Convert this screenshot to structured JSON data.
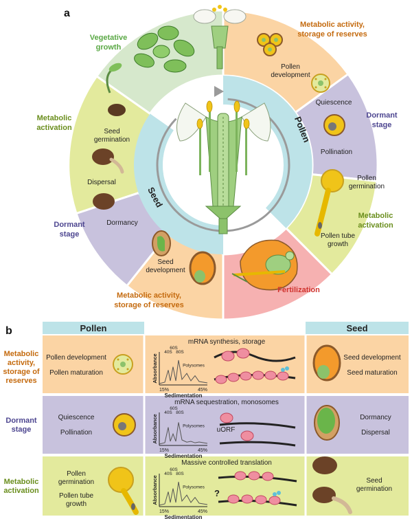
{
  "panel_a": {
    "label": "a",
    "segments": {
      "vegetative": "Vegetative growth",
      "metabolic_storage_top": "Metabolic activity, storage of reserves",
      "pollen_development": "Pollen development",
      "quiescence": "Quiescence",
      "dormant_right": "Dormant stage",
      "pollination": "Pollination",
      "pollen_germination": "Pollen germination",
      "metabolic_activation_right": "Metabolic activation",
      "pollen_tube_growth": "Pollen tube growth",
      "fertilization": "Fertilization",
      "seed_development": "Seed development",
      "metabolic_storage_bottom": "Metabolic activity, storage of reserves",
      "dormancy": "Dormancy",
      "dormant_left": "Dormant stage",
      "dispersal": "Dispersal",
      "seed_germination": "Seed germination",
      "metabolic_activation_left": "Metabolic activation"
    },
    "inner_ring": {
      "pollen": "Pollen",
      "seed": "Seed"
    }
  },
  "panel_b": {
    "label": "b",
    "header": {
      "pollen": "Pollen",
      "seed": "Seed"
    },
    "rows": [
      {
        "stage": "Metabolic activity, storage of reserves",
        "pollen_text_1": "Pollen development",
        "pollen_text_2": "Pollen maturation",
        "process": "mRNA synthesis, storage",
        "seed_text_1": "Seed development",
        "seed_text_2": "Seed maturation",
        "color": "#fbd4a4"
      },
      {
        "stage": "Dormant stage",
        "pollen_text_1": "Quiescence",
        "pollen_text_2": "Pollination",
        "process": "mRNA sequestration, monosomes",
        "seed_text_1": "Dormancy",
        "seed_text_2": "Dispersal",
        "extra": "uORF",
        "color": "#c8c2dd"
      },
      {
        "stage": "Metabolic activation",
        "pollen_text_1": "Pollen germination",
        "pollen_text_2": "Pollen tube growth",
        "process": "Massive controlled translation",
        "seed_text_1": "Seed germination",
        "extra": "?",
        "color": "#e3ea9d"
      }
    ],
    "profile": {
      "ylabel": "Absorbance",
      "xlabel": "Sedimentation",
      "tick_left": "15%",
      "tick_right": "45%",
      "peak_40s": "40S",
      "peak_60s": "60S",
      "peak_80s": "80S",
      "polysomes": "Polysomes"
    }
  },
  "colors": {
    "orange_light": "#fbd4a4",
    "purple_light": "#c8c2dd",
    "yellowgreen_light": "#e3ea9d",
    "green_light": "#d6e8cc",
    "pink_light": "#f6b1b1",
    "teal_light": "#bde3e8",
    "text_orange": "#c46a0e",
    "text_purple": "#4d4690",
    "text_green": "#6a8e1d",
    "text_veg": "#5aa845",
    "text_red": "#d0342f"
  }
}
